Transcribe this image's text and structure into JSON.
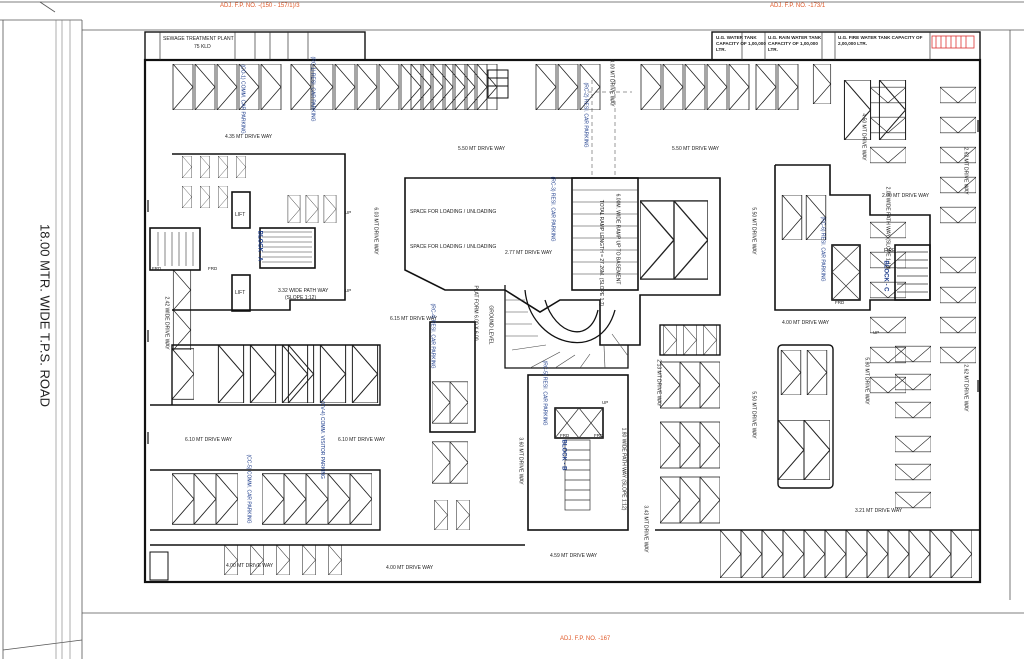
{
  "boundary": {
    "adj_top_left": "ADJ. F.P. NO. -(150 - 157/1)/3",
    "adj_top_right": "ADJ. F.P. NO. -173/1",
    "adj_bottom": "ADJ. F.P. NO. -167"
  },
  "road": {
    "label": "18.00 MTR. WIDE T.P.S. ROAD"
  },
  "header": {
    "stp_title": "SEWAGE TREATMENT PLANT",
    "stp_capacity": "75 KLD",
    "water_tank": "U.G. WATER TANK CAPACITY OF 1,00,000 LTR.",
    "rain_tank": "U.G. RAIN WATER TANK CAPACITY OF 1,00,000 LTR.",
    "fire_tank": "U.G. FIRE WATER TANK CAPACITY OF 2,00,000 LTR."
  },
  "driveways": [
    "4.35 MT DRIVE WAY",
    "5.50 MT DRIVE WAY",
    "5.50 MT DRIVE WAY",
    "2.00 MT DRIVE WAY",
    "2.62 MT DRIVE WAY",
    "4.50 MT DRIVE WAY",
    "6.03 MT DRIVE WAY",
    "2.77 MT DRIVE WAY",
    "6.15 MT DRIVE WAY",
    "4.00 MT DRIVE WAY",
    "2.62 MT DRIVE WAY",
    "6.10 MT DRIVE WAY",
    "6.10 MT DRIVE WAY",
    "3.21 MT DRIVE WAY",
    "4.00 MT DRIVE WAY",
    "4.00 MT DRIVE WAY",
    "4.59 MT DRIVE WAY",
    "2.42 WIDE DRIVE WAY",
    "3.43 MT DRIVE WAY",
    "3.60 MT DRIVE WAY",
    "5.50 MT DRIVE WAY",
    "5.80 MT DRIVE WAY",
    "2.13 MT DRIVE WAY",
    "5.50 MT DRIVE WAY",
    "8.00 MT DRIVE WAY"
  ],
  "parking": {
    "comm_1": "(CO-1) COMM. CAR PARKING",
    "resi_1": "(RC-1) RESI. CAR PARKING",
    "resi_2": "(RC-2) RESI. CAR PARKING",
    "resi_3": "(RC-3) RESI. CAR PARKING",
    "resi_4": "(RC-4) RESI. CAR PARKING",
    "resi_5": "(RC-5) RESI. CAR PARKING",
    "resi_6": "(RC-6) RESI. CAR PARKING",
    "visitor": "(CV-4) COMM. VISITOR PARKING",
    "comm_5": "(CC-5) COMM. CAR PARKING"
  },
  "zones": {
    "loading_1": "SPACE FOR LOADING / UNLOADING",
    "loading_2": "SPACE FOR LOADING / UNLOADING",
    "ramp_1": "6.00M. WIDE RAMP UP TO BASEMENT",
    "ramp_2": "TOTAL RAMP LENGTH = 27.26M. (SLOPE 1:7)",
    "platform": "PLAT FORM 6.00 X 6.00",
    "ground": "GROUND LEVEL",
    "path_a": "3.32 WIDE PATH WAY",
    "path_a_slope": "(SLOPE 1:12)",
    "path_b": "1.80 WIDE PATH WAY (SLOPE 1:12)",
    "path_c": "2.00 WIDE PATH WAY (SLOPE 1:12)",
    "block_a": "BLOCK - A",
    "block_b": "BLOCK - B",
    "block_c": "BLOCK - C",
    "lift": "LIFT",
    "fire": "FIRE",
    "frd": "FRD",
    "up": "UP"
  }
}
